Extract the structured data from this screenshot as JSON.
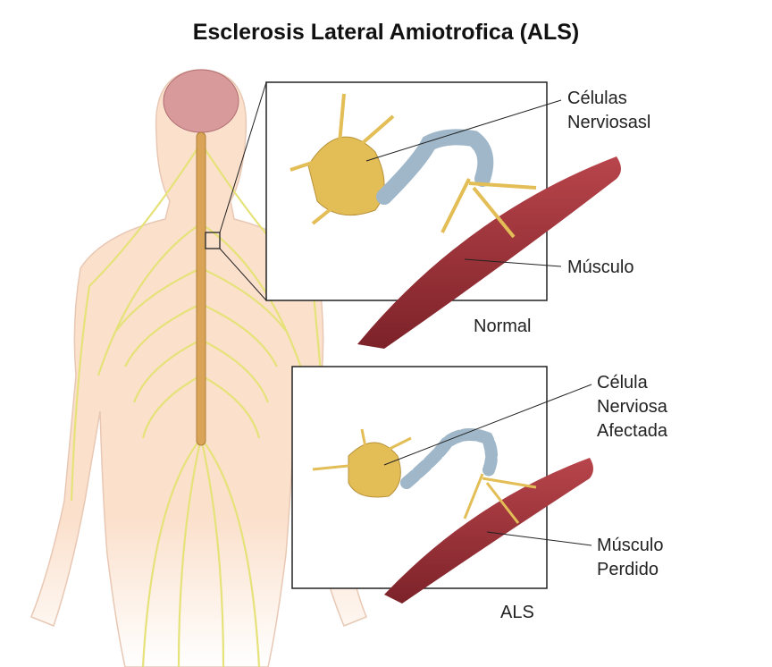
{
  "title": "Esclerosis Lateral Amiotrofica (ALS)",
  "panels": {
    "normal": {
      "caption": "Normal",
      "nerve_label": [
        "Células",
        "Nerviosasl"
      ],
      "muscle_label": "Músculo"
    },
    "als": {
      "caption": "ALS",
      "nerve_label": [
        "Célula",
        "Nerviosa",
        "Afectada"
      ],
      "muscle_label": [
        "Músculo",
        "Perdido"
      ]
    }
  },
  "colors": {
    "skin": "#fbe0cc",
    "nerve": "#e6e27a",
    "brain": "#d99a9c",
    "neuron": "#e3bd55",
    "axon": "#9fb7c8",
    "muscle": "#9e2f36"
  }
}
